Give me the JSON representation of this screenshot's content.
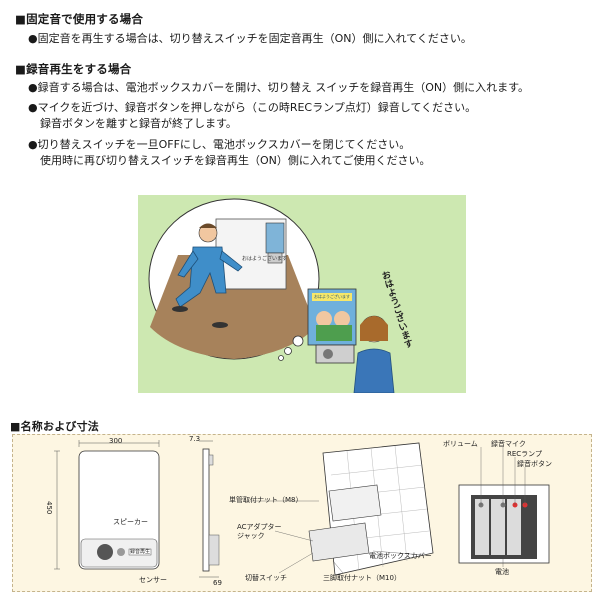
{
  "section1": {
    "heading": "■固定音で使用する場合",
    "bullets": [
      "●固定音を再生する場合は、切り替えスイッチを固定音再生（ON）側に入れてください。"
    ]
  },
  "section2": {
    "heading": "■録音再生をする場合",
    "bullets": [
      "●録音する場合は、電池ボックスカバーを開け、切り替え スイッチを録音再生（ON）側に入れます。",
      "●マイクを近づけ、録音ボタンを押しながら（この時RECランプ点灯）録音してください。",
      "録音ボタンを離すと録音が終了します。",
      "●切り替えスイッチを一旦OFFにし、電池ボックスカバーを閉じてください。",
      "使用時に再び切り替えスイッチを録音再生（ON）側に入れてご使用ください。"
    ]
  },
  "illustration": {
    "speech_small": "おはようございます",
    "speech_large": "おはようございます",
    "poster_title": "おはようございます",
    "colors": {
      "background": "#cde8b1",
      "floor": "#a7825b",
      "worker": "#3f8ec9"
    }
  },
  "section3": {
    "heading": "■名称および寸法"
  },
  "dimensions": {
    "width": "300",
    "height": "450",
    "depth_top": "7.3",
    "depth_bottom": "69",
    "front_labels": {
      "speaker": "スピーカー",
      "sensor": "センサー",
      "switch_tag": "録音再生"
    },
    "side_labels": {
      "mount_nut_m8": "単管取付ナット（M8）",
      "ac_adapter_jack": "ACアダプター\nジャック",
      "switch": "切替スイッチ",
      "tripod_nut": "三脚取付ナット（M10）",
      "battery_cover": "電池ボックスカバー"
    },
    "panel_labels": {
      "volume": "ボリューム",
      "mic": "録音マイク",
      "rec_lamp": "RECランプ",
      "rec_button": "録音ボタン",
      "battery": "電池"
    }
  }
}
